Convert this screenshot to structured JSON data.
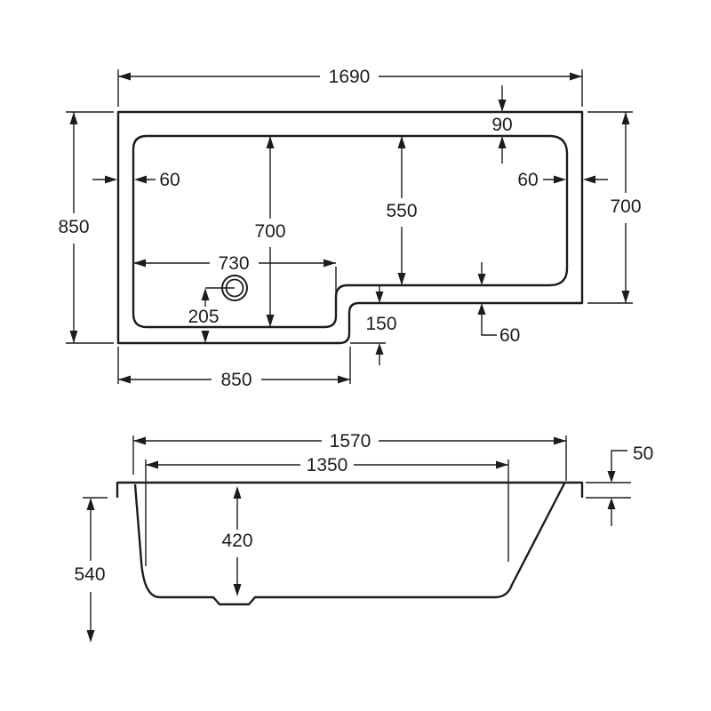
{
  "drawing": {
    "description": "L-shaped shower bath technical drawing, plan view and side elevation",
    "line_color": "#1c1c1c",
    "background_color": "#ffffff",
    "plan_view": {
      "dims": {
        "overall_length": "1690",
        "rim_top": "90",
        "rim_left": "60",
        "rim_right": "60",
        "overall_depth_left": "850",
        "overall_depth_right": "700",
        "inner_depth_left": "700",
        "inner_depth_right": "550",
        "inner_length_left": "730",
        "drain_offset": "205",
        "step_offset": "150",
        "rim_bottom_right": "60",
        "foot_length": "850"
      }
    },
    "side_view": {
      "dims": {
        "shell_length": "1570",
        "inner_bottom_length": "1350",
        "rim_drop": "50",
        "inner_depth": "420",
        "overall_height": "540"
      }
    }
  }
}
